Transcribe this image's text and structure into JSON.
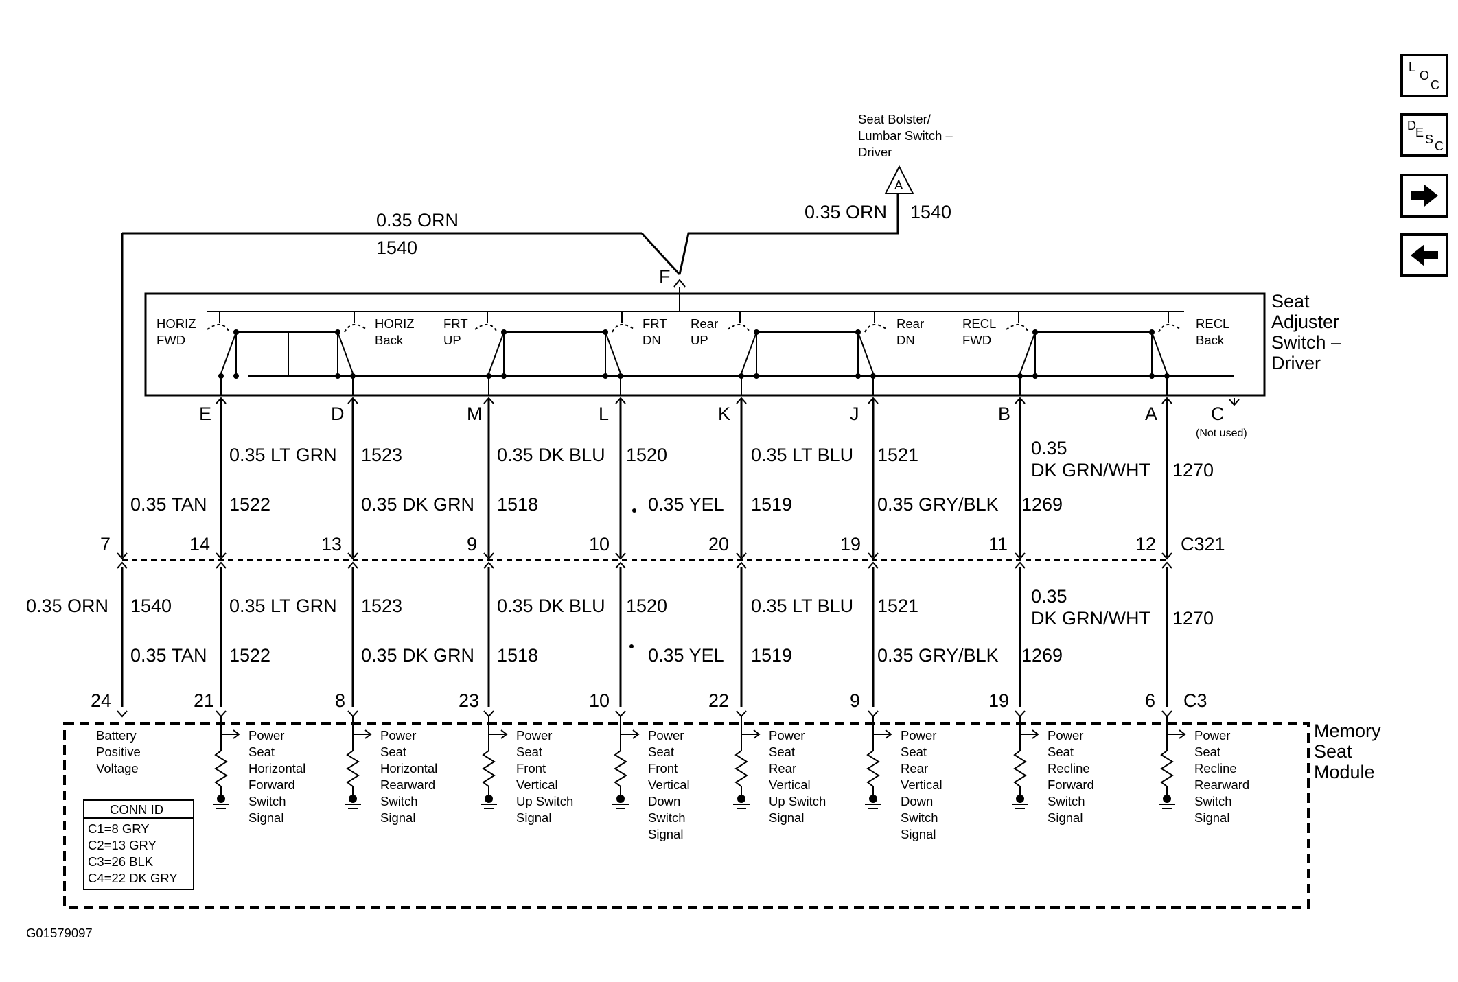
{
  "nav": {
    "loc": [
      "L",
      "O",
      "C"
    ],
    "desc": [
      "D",
      "E",
      "S",
      "C"
    ],
    "next_icon": "arrow-right-icon",
    "prev_icon": "arrow-left-icon"
  },
  "bolster": {
    "title_lines": [
      "Seat Bolster/",
      "Lumbar Switch –",
      "Driver"
    ],
    "connector": "A"
  },
  "top_wire": {
    "left_color": "0.35 ORN",
    "left_circuit": "1540",
    "right_color": "0.35 ORN",
    "right_circuit": "1540",
    "pin": "F"
  },
  "switch": {
    "name_lines": [
      "Seat",
      "Adjuster",
      "Switch –",
      "Driver"
    ],
    "labels": [
      [
        "HORIZ",
        "FWD"
      ],
      [
        "HORIZ",
        "Back"
      ],
      [
        "FRT",
        "UP"
      ],
      [
        "FRT",
        "DN"
      ],
      [
        "Rear",
        "UP"
      ],
      [
        "Rear",
        "DN"
      ],
      [
        "RECL",
        "FWD"
      ],
      [
        "RECL",
        "Back"
      ]
    ],
    "pins": [
      "E",
      "D",
      "M",
      "L",
      "K",
      "J",
      "B",
      "A",
      "C"
    ],
    "not_used": "(Not used)"
  },
  "upper_wires": [
    {
      "color": "0.35 LT GRN",
      "circuit": "1523"
    },
    {
      "color": "0.35 DK BLU",
      "circuit": "1520"
    },
    {
      "color": "0.35 LT BLU",
      "circuit": "1521"
    },
    {
      "color_lines": [
        "0.35",
        "DK GRN/WHT"
      ],
      "circuit": "1270"
    },
    {
      "color": "0.35 TAN",
      "circuit": "1522"
    },
    {
      "color": "0.35 DK GRN",
      "circuit": "1518"
    },
    {
      "color": "0.35 YEL",
      "circuit": "1519"
    },
    {
      "color": "0.35 GRY/BLK",
      "circuit": "1269"
    }
  ],
  "c321": {
    "pins": [
      "7",
      "14",
      "13",
      "9",
      "10",
      "20",
      "19",
      "11",
      "12"
    ],
    "name": "C321"
  },
  "lower_wires": [
    {
      "color": "0.35 ORN",
      "circuit": "1540"
    },
    {
      "color": "0.35 LT GRN",
      "circuit": "1523"
    },
    {
      "color": "0.35 DK BLU",
      "circuit": "1520"
    },
    {
      "color": "0.35 LT BLU",
      "circuit": "1521"
    },
    {
      "color_lines": [
        "0.35",
        "DK GRN/WHT"
      ],
      "circuit": "1270"
    },
    {
      "color": "0.35 TAN",
      "circuit": "1522"
    },
    {
      "color": "0.35 DK GRN",
      "circuit": "1518"
    },
    {
      "color": "0.35 YEL",
      "circuit": "1519"
    },
    {
      "color": "0.35 GRY/BLK",
      "circuit": "1269"
    }
  ],
  "c3": {
    "pins": [
      "24",
      "21",
      "8",
      "23",
      "10",
      "22",
      "9",
      "19",
      "6"
    ],
    "name": "C3"
  },
  "module": {
    "name_lines": [
      "Memory",
      "Seat",
      "Module"
    ],
    "battery_lines": [
      "Battery",
      "Positive",
      "Voltage"
    ],
    "signals": [
      [
        "Power",
        "Seat",
        "Horizontal",
        "Forward",
        "Switch",
        "Signal"
      ],
      [
        "Power",
        "Seat",
        "Horizontal",
        "Rearward",
        "Switch",
        "Signal"
      ],
      [
        "Power",
        "Seat",
        "Front",
        "Vertical",
        "Up Switch",
        "Signal"
      ],
      [
        "Power",
        "Seat",
        "Front",
        "Vertical",
        "Down",
        "Switch",
        "Signal"
      ],
      [
        "Power",
        "Seat",
        "Rear",
        "Vertical",
        "Up Switch",
        "Signal"
      ],
      [
        "Power",
        "Seat",
        "Rear",
        "Vertical",
        "Down",
        "Switch",
        "Signal"
      ],
      [
        "Power",
        "Seat",
        "Recline",
        "Forward",
        "Switch",
        "Signal"
      ],
      [
        "Power",
        "Seat",
        "Recline",
        "Rearward",
        "Switch",
        "Signal"
      ]
    ],
    "conn_id": {
      "title": "CONN ID",
      "rows": [
        "C1=8 GRY",
        "C2=13 GRY",
        "C3=26 BLK",
        "C4=22 DK GRY"
      ]
    }
  },
  "figure_id": "G01579097"
}
